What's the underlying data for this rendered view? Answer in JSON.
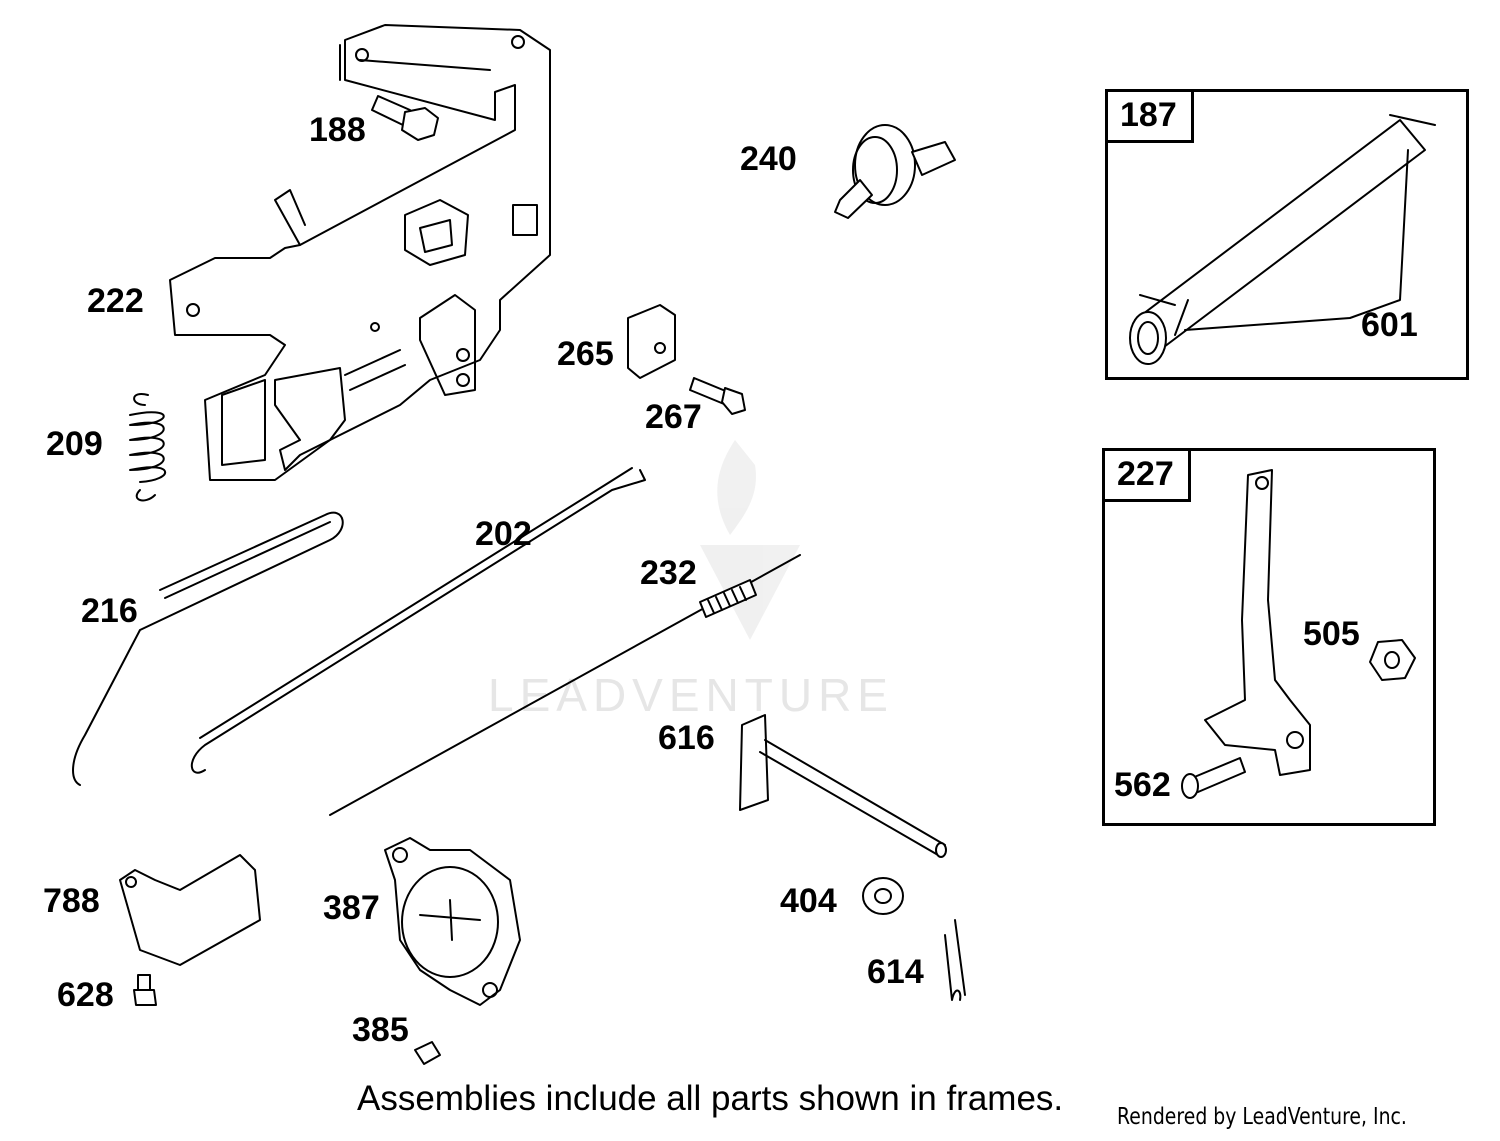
{
  "labels": {
    "p188": "188",
    "p240": "240",
    "p222": "222",
    "p265": "265",
    "p267": "267",
    "p209": "209",
    "p202": "202",
    "p232": "232",
    "p216": "216",
    "p616": "616",
    "p788": "788",
    "p387": "387",
    "p404": "404",
    "p628": "628",
    "p614": "614",
    "p385": "385"
  },
  "frames": {
    "f187": {
      "tag": "187",
      "parts": {
        "p601": "601"
      }
    },
    "f227": {
      "tag": "227",
      "parts": {
        "p505": "505",
        "p562": "562"
      }
    }
  },
  "footer": {
    "note": "Assemblies include all parts shown in frames.",
    "credit": "Rendered by LeadVenture, Inc."
  },
  "watermark": {
    "text": "LEADVENTURE",
    "color": "#e6e6e6"
  }
}
